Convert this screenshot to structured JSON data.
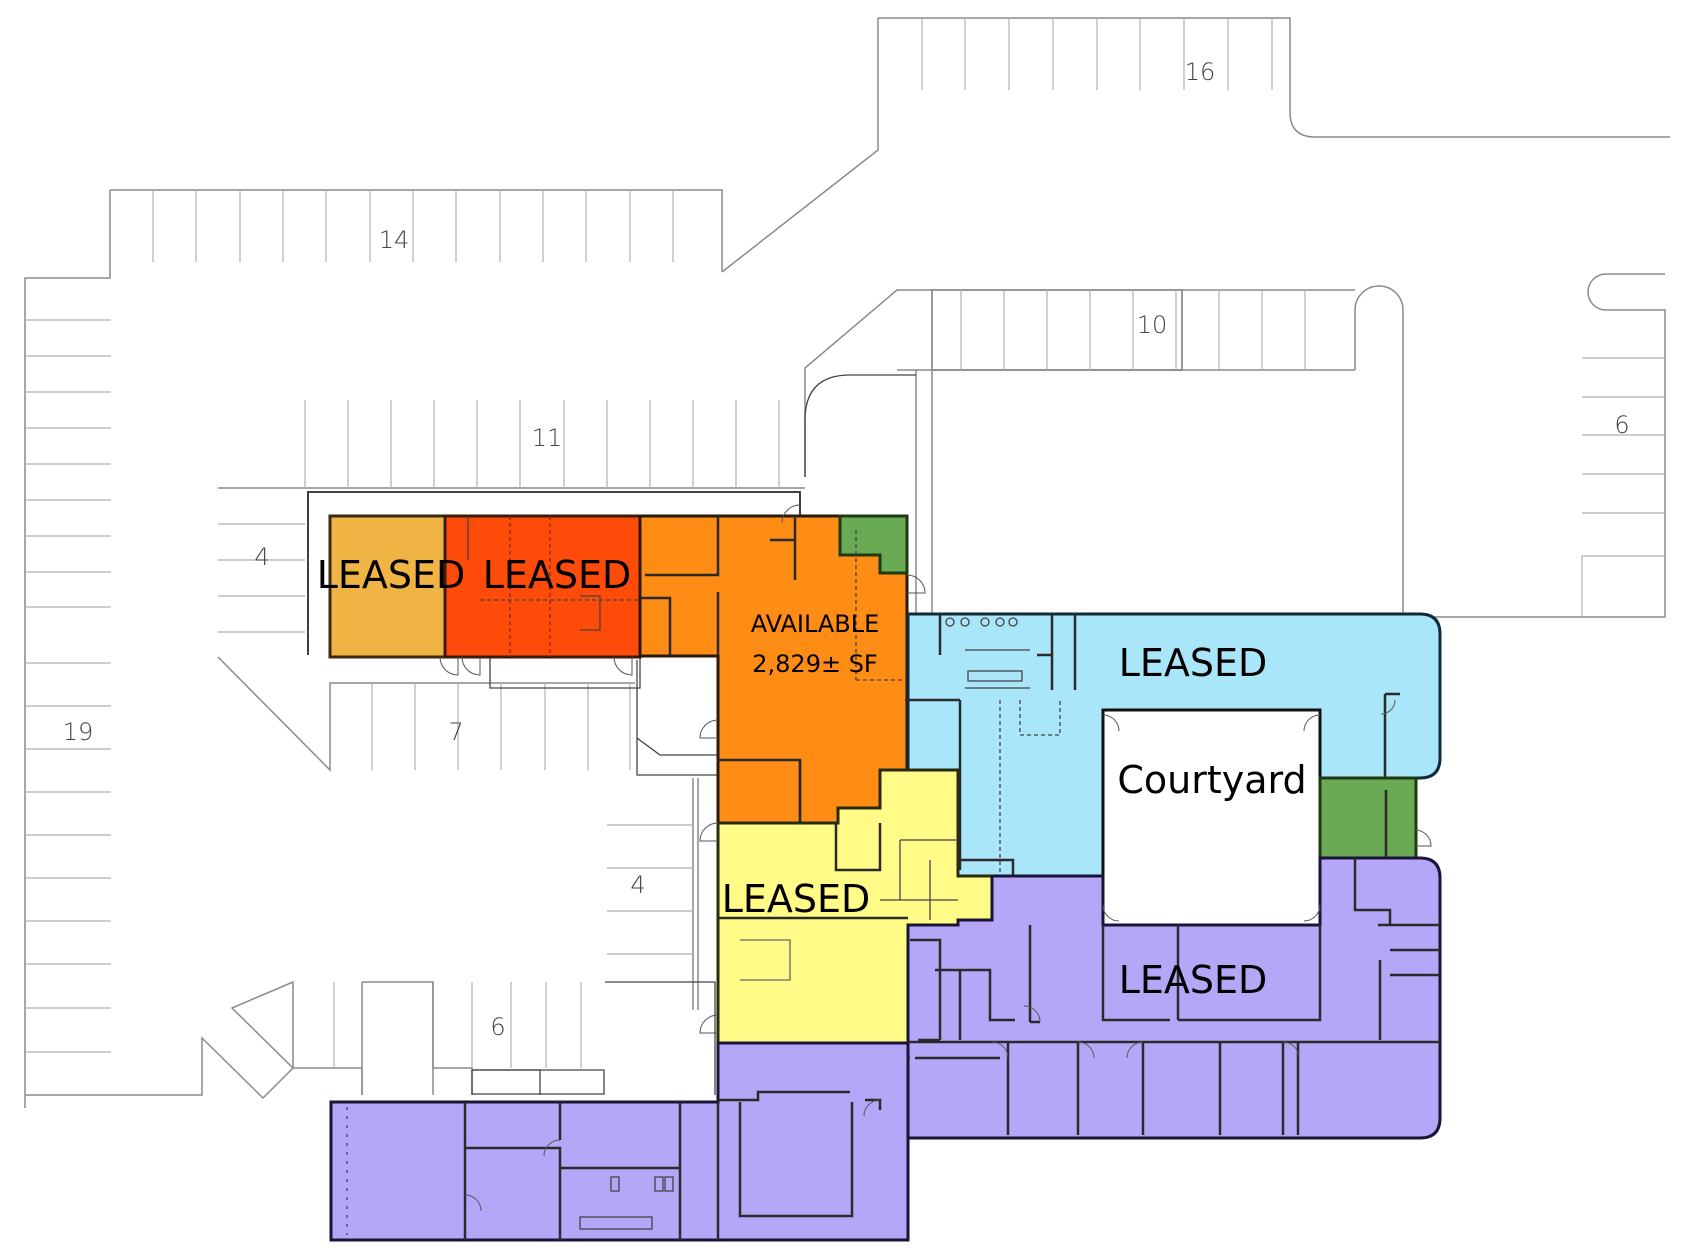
{
  "plan": {
    "colors": {
      "leased_light_orange": "#F0B445",
      "leased_red_orange": "#FF4B0A",
      "available_orange": "#FF8C14",
      "common_green": "#6AAA55",
      "leased_blue": "#A9E6FA",
      "leased_yellow": "#FFFB86",
      "leased_purple": "#B6A6F8",
      "courtyard_white": "#FFFFFF"
    },
    "parking": [
      {
        "id": "lot-16",
        "count": "16"
      },
      {
        "id": "lot-14",
        "count": "14"
      },
      {
        "id": "lot-10",
        "count": "10"
      },
      {
        "id": "lot-11",
        "count": "11"
      },
      {
        "id": "lot-6-east",
        "count": "6"
      },
      {
        "id": "lot-4-north",
        "count": "4"
      },
      {
        "id": "lot-19",
        "count": "19"
      },
      {
        "id": "lot-7",
        "count": "7"
      },
      {
        "id": "lot-4-south",
        "count": "4"
      },
      {
        "id": "lot-6-south",
        "count": "6"
      }
    ],
    "suites": [
      {
        "id": "suite-1",
        "status": "LEASED"
      },
      {
        "id": "suite-2",
        "status": "LEASED"
      },
      {
        "id": "suite-3",
        "status": "AVAILABLE",
        "area": "2,829± SF"
      },
      {
        "id": "suite-4",
        "status": "LEASED"
      },
      {
        "id": "suite-5",
        "status": "LEASED"
      },
      {
        "id": "suite-6",
        "status": "LEASED"
      }
    ],
    "courtyard": {
      "label": "Courtyard"
    }
  }
}
